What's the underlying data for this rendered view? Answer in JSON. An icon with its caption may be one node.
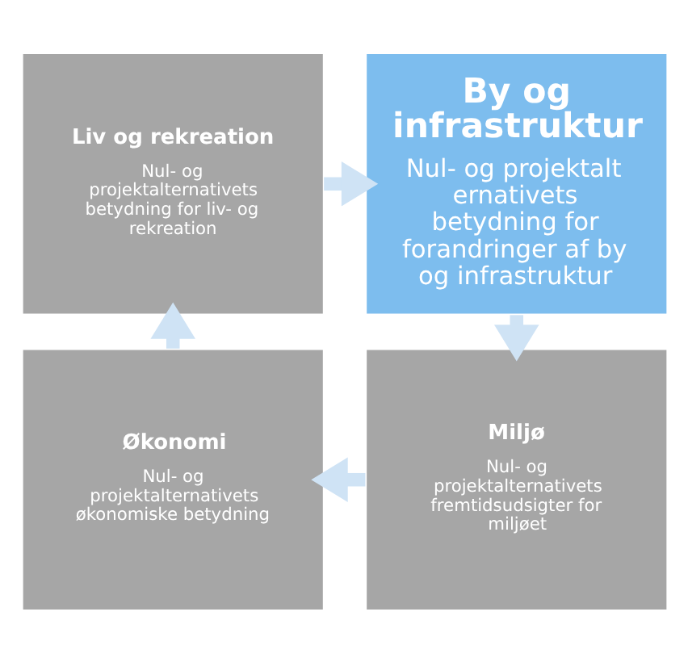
{
  "diagram": {
    "nodes": [
      {
        "text": [
          "Liv og rekreation",
          "Nul- og projektalternativets betydning for liv- og rekreation"
        ]
      },
      {
        "text": [
          "By og infrastruktur",
          "Nul- og projektalternativets betydning for forandringer af by og infrastruktur"
        ]
      },
      {
        "text": [
          "Økonomi",
          "Nul- og projektalternativets økonomiske betydning"
        ]
      },
      {
        "text": [
          "Miljø",
          "Nul- og projektalternativets fremtidsudsigter for miljøet"
        ]
      }
    ],
    "edges": [
      {
        "from": 0,
        "to": 1,
        "arrow": "to"
      },
      {
        "from": 1,
        "to": 3,
        "arrow": "to"
      },
      {
        "from": 3,
        "to": 2,
        "arrow": "to"
      },
      {
        "from": 2,
        "to": 0,
        "arrow": "to"
      }
    ]
  }
}
